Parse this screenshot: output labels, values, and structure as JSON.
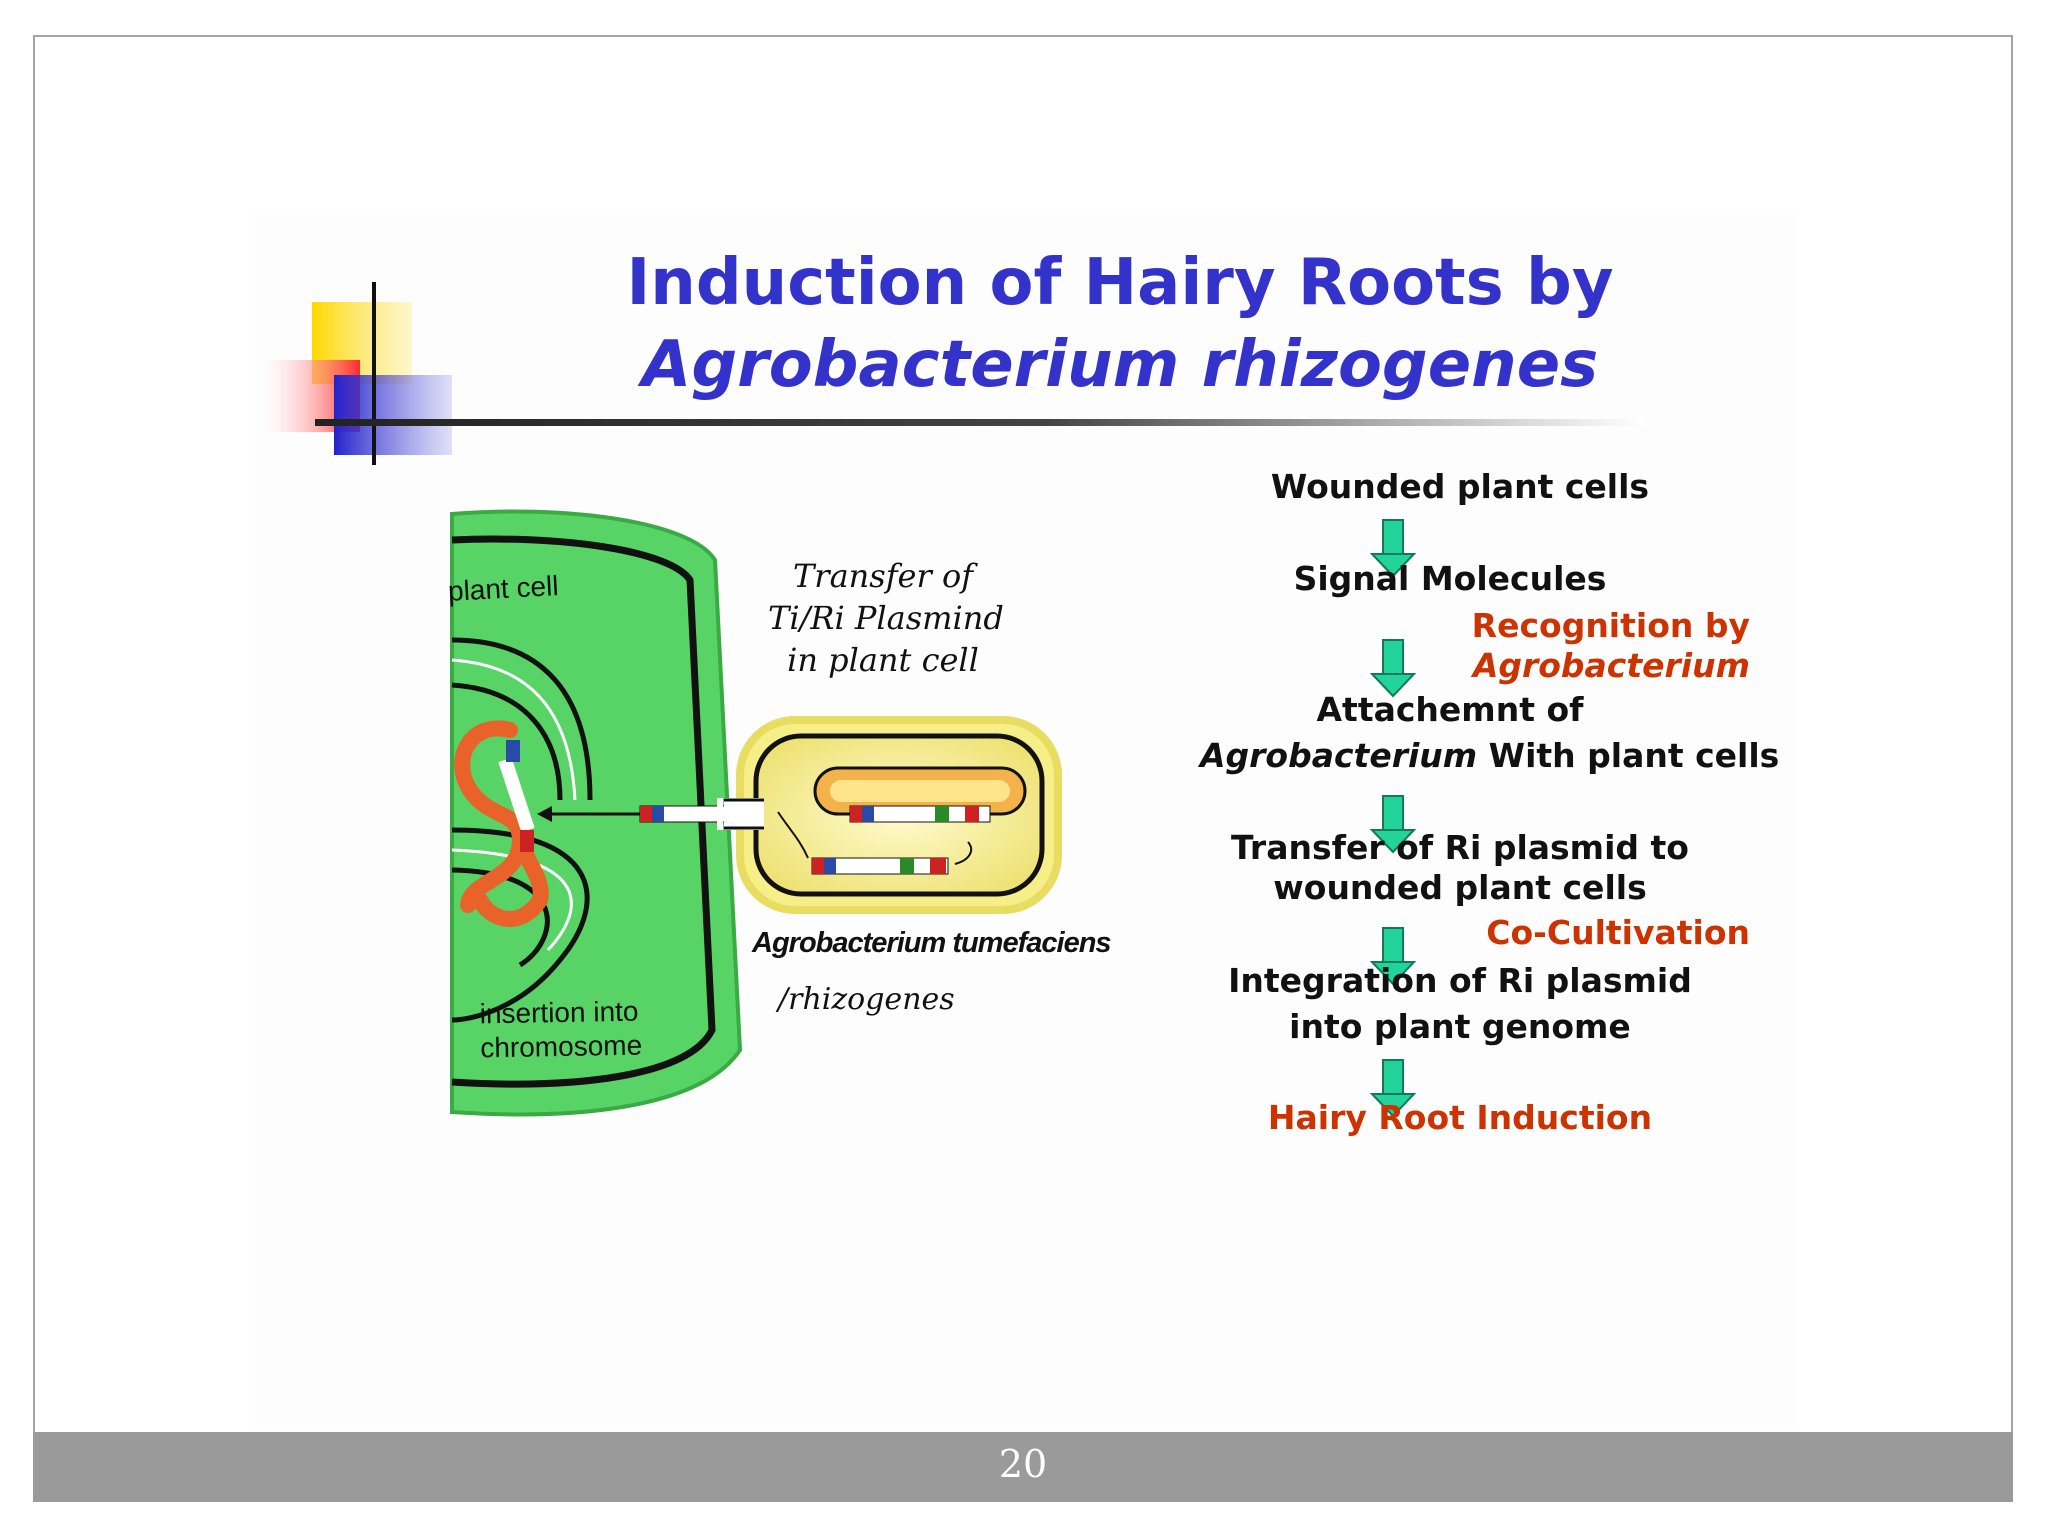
{
  "slide": {
    "title_line1": "Induction of Hairy Roots by",
    "title_line2": "Agrobacterium rhizogenes",
    "page_number": "20"
  },
  "diagram": {
    "plant_cell_label": "plant cell",
    "transfer_caption": [
      "Transfer of",
      "Ti/Ri Plasmind",
      "in plant cell"
    ],
    "insertion_label": [
      "insertion into",
      "chromosome"
    ],
    "bacterium_label": "Agrobacterium tumefaciens",
    "bacterium_label2": "/rhizogenes"
  },
  "flow": {
    "step1": "Wounded plant cells",
    "step2": "Signal Molecules",
    "recognition_line1": "Recognition by",
    "recognition_line2": "Agrobacterium",
    "step3_line1": "Attachemnt of",
    "step3_line2_italic": "Agrobacterium",
    "step3_line2_rest": " With plant cells",
    "step4_line1": "Transfer of Ri plasmid to",
    "step4_line2": "wounded plant cells",
    "cocultivation": "Co-Cultivation",
    "step5_line1": "Integration of Ri plasmid",
    "step5_line2": "into plant genome",
    "step6": "Hairy Root Induction"
  },
  "colors": {
    "title": "#3333cc",
    "highlight_red": "#cc3300",
    "arrow": "#22d49a",
    "cell_green": "#5fd66a",
    "bacterium_yellow": "#f3ec8a"
  }
}
